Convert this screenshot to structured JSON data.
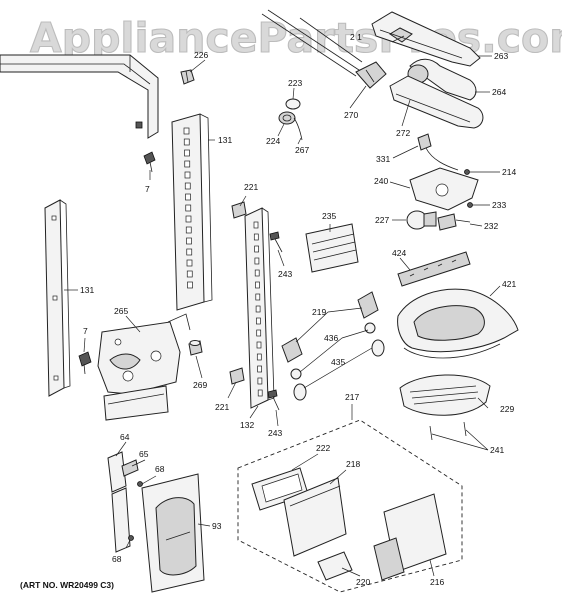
{
  "watermark": "AppliancePartsPros.com",
  "art_number": "(ART NO. WR20499 C3)",
  "callouts": [
    {
      "id": "c226",
      "text": "226"
    },
    {
      "id": "c131a",
      "text": "131"
    },
    {
      "id": "c7a",
      "text": "7"
    },
    {
      "id": "c131b",
      "text": "131"
    },
    {
      "id": "c7b",
      "text": "7"
    },
    {
      "id": "c265",
      "text": "265"
    },
    {
      "id": "c269",
      "text": "269"
    },
    {
      "id": "c221a",
      "text": "221"
    },
    {
      "id": "c221b",
      "text": "221"
    },
    {
      "id": "c132",
      "text": "132"
    },
    {
      "id": "c243a",
      "text": "243"
    },
    {
      "id": "c243b",
      "text": "243"
    },
    {
      "id": "c223",
      "text": "223"
    },
    {
      "id": "c224",
      "text": "224"
    },
    {
      "id": "c267",
      "text": "267"
    },
    {
      "id": "c270",
      "text": "270"
    },
    {
      "id": "c21",
      "text": "2 1"
    },
    {
      "id": "c263",
      "text": "263"
    },
    {
      "id": "c264",
      "text": "264"
    },
    {
      "id": "c272",
      "text": "272"
    },
    {
      "id": "c331",
      "text": "331"
    },
    {
      "id": "c214",
      "text": "214"
    },
    {
      "id": "c240",
      "text": "240"
    },
    {
      "id": "c233",
      "text": "233"
    },
    {
      "id": "c227",
      "text": "227"
    },
    {
      "id": "c232",
      "text": "232"
    },
    {
      "id": "c235",
      "text": "235"
    },
    {
      "id": "c424",
      "text": "424"
    },
    {
      "id": "c421",
      "text": "421"
    },
    {
      "id": "c219",
      "text": "219"
    },
    {
      "id": "c436",
      "text": "436"
    },
    {
      "id": "c435",
      "text": "435"
    },
    {
      "id": "c229",
      "text": "229"
    },
    {
      "id": "c241",
      "text": "241"
    },
    {
      "id": "c217",
      "text": "217"
    },
    {
      "id": "c222",
      "text": "222"
    },
    {
      "id": "c218",
      "text": "218"
    },
    {
      "id": "c220",
      "text": "220"
    },
    {
      "id": "c216",
      "text": "216"
    },
    {
      "id": "c64",
      "text": "64"
    },
    {
      "id": "c65",
      "text": "65"
    },
    {
      "id": "c68a",
      "text": "68"
    },
    {
      "id": "c68b",
      "text": "68"
    },
    {
      "id": "c93",
      "text": "93"
    }
  ]
}
